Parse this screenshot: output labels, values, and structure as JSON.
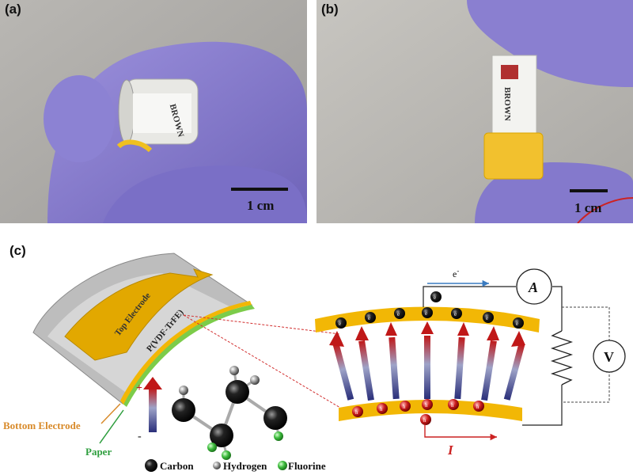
{
  "panels": {
    "a": {
      "label": "(a)",
      "scale_text": "1 cm"
    },
    "b": {
      "label": "(b)",
      "scale_text": "1 cm"
    },
    "c": {
      "label": "(c)"
    }
  },
  "photo_labels": {
    "sample_text_a": "BROWN",
    "sample_text_b": "BROWN"
  },
  "device": {
    "top_electrode": "Top Electrode",
    "film": "P(VDF-TrFE)",
    "bottom_electrode": "Bottom Electrode",
    "paper": "Paper"
  },
  "molecule": {
    "plus": "+",
    "minus": "-",
    "legend": [
      {
        "name": "Carbon",
        "color": "#111111"
      },
      {
        "name": "Hydrogen",
        "color": "#888888"
      },
      {
        "name": "Fluorine",
        "color": "#33aa33"
      }
    ]
  },
  "circuit": {
    "electron_label": "e",
    "electron_sup": "-",
    "ammeter": "A",
    "voltmeter": "V",
    "current": "I",
    "top_charge": "e",
    "bottom_charge": "h"
  },
  "colors": {
    "glove": "#8a7fd0",
    "electrode_gold": "#f2b705",
    "paper_green": "#7ccc4a",
    "film_gray": "#c9c9c9",
    "arrow_red": "#c01818",
    "arrow_blue": "#2a2f7a",
    "label_orange": "#d88a2a",
    "label_green": "#2e9e3e"
  }
}
